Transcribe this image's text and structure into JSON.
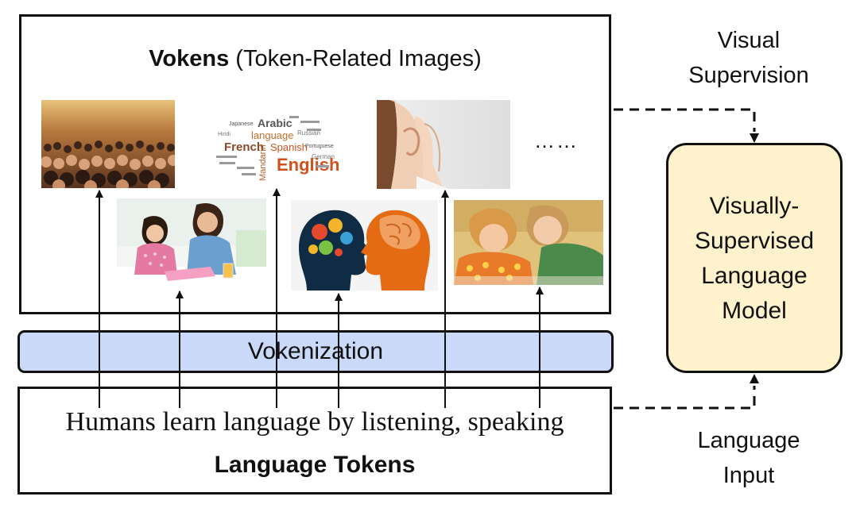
{
  "vokens": {
    "title_bold": "Vokens",
    "title_rest": " (Token-Related Images)",
    "ellipsis": "……"
  },
  "wordcloud": {
    "arabic": "Arabic",
    "language": "language",
    "french": "French",
    "spanish": "Spanish",
    "english": "English",
    "mandarin": "Mandarin",
    "russian": "Russian",
    "japanese": "Japanese",
    "hindi": "Hindi",
    "portuguese": "Portuguese",
    "german": "German"
  },
  "vokenization": {
    "label": "Vokenization"
  },
  "tokens": {
    "sentence": "Humans learn language by listening, speaking",
    "label": "Language Tokens"
  },
  "model": {
    "line1": "Visually-",
    "line2": "Supervised",
    "line3": "Language",
    "line4": "Model"
  },
  "side": {
    "visual_1": "Visual",
    "visual_2": "Supervision",
    "language_1": "Language",
    "language_2": "Input"
  },
  "colors": {
    "vokenization_fill": "#c9d9f7",
    "model_fill": "#fff2cc",
    "stroke": "#111111"
  }
}
